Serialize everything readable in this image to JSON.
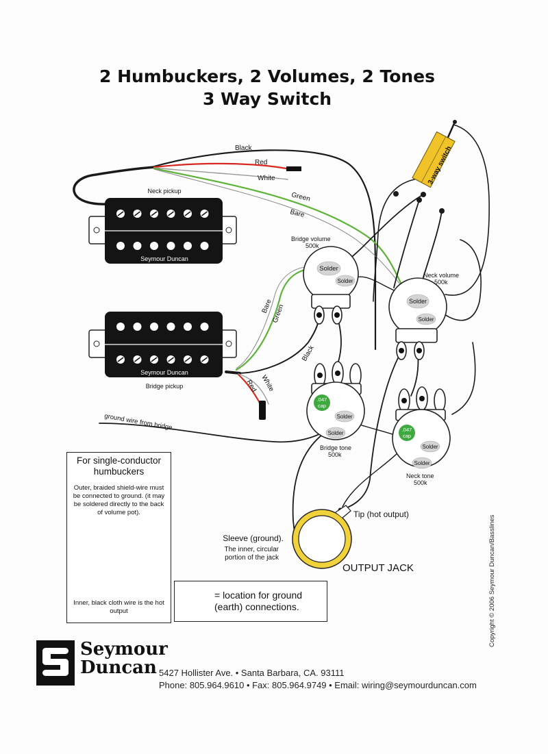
{
  "title": {
    "line1": "2 Humbuckers, 2 Volumes, 2 Tones",
    "line2": "3 Way Switch"
  },
  "pickups": {
    "neck": {
      "brand": "Seymour Duncan",
      "label": "Neck pickup"
    },
    "bridge": {
      "brand": "Seymour Duncan",
      "label": "Bridge pickup"
    }
  },
  "wires": {
    "black": "Black",
    "red": "Red",
    "white": "White",
    "green": "Green",
    "bare": "Bare",
    "ground_from_bridge": "ground wire from bridge"
  },
  "switch": {
    "label": "3-way switch"
  },
  "pots": {
    "bridge_volume": {
      "name": "Bridge volume",
      "value": "500k"
    },
    "neck_volume": {
      "name": "Neck volume",
      "value": "500k"
    },
    "bridge_tone": {
      "name": "Bridge tone",
      "value": "500k"
    },
    "neck_tone": {
      "name": "Neck tone",
      "value": "500k"
    }
  },
  "solder_label": "Solder",
  "capacitor": {
    "value": ".047",
    "unit": "cap"
  },
  "jack": {
    "tip": "Tip (hot output)",
    "sleeve": "Sleeve (ground).",
    "sleeve_desc_1": "The inner, circular",
    "sleeve_desc_2": "portion of the jack",
    "title": "OUTPUT JACK"
  },
  "single_conductor": {
    "title": "For single-conductor humbuckers",
    "desc": "Outer, braided shield-wire must be connected to ground. (it may be soldered directly to the back of volume pot).",
    "inner": "Inner, black cloth wire is the hot output"
  },
  "legend": {
    "text": "= location for ground (earth) connections."
  },
  "company": {
    "name_line1": "Seymour",
    "name_line2": "Duncan",
    "address": "5427 Hollister Ave. • Santa Barbara, CA. 93111",
    "contact": "Phone: 805.964.9610 • Fax: 805.964.9749 • Email: wiring@seymourduncan.com",
    "copyright": "Copyright © 2006 Seymour Duncan/Basslines"
  },
  "colors": {
    "wire_black": "#1a1a1a",
    "wire_red": "#d8281e",
    "wire_green": "#5cb338",
    "switch_yellow": "#f0c329",
    "jack_yellow": "#f2d23a",
    "cap_green": "#3ea93f"
  }
}
